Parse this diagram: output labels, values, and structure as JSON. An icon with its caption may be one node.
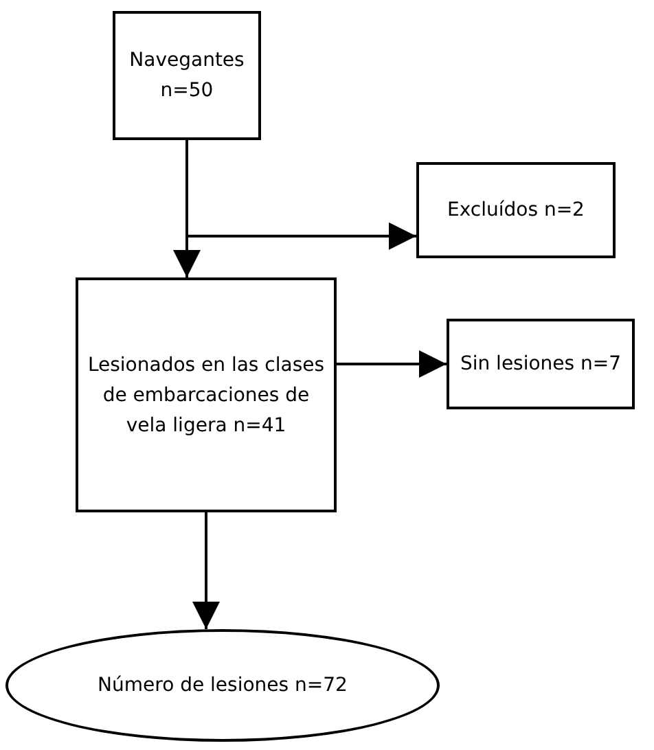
{
  "diagram": {
    "nodes": [
      {
        "text": [
          "Navegantes n=50"
        ]
      },
      {
        "text": [
          "Excluídos n=2"
        ]
      },
      {
        "text": [
          "Lesionados en las clases de embarcaciones de vela ligera n=41"
        ]
      },
      {
        "text": [
          "Sin lesiones n=7"
        ]
      },
      {
        "text": [
          "Número de lesiones n=72"
        ]
      }
    ],
    "edges": [
      {
        "from": 0,
        "to": 2,
        "arrow": "to"
      },
      {
        "from": 0,
        "to": 1,
        "arrow": "to"
      },
      {
        "from": 2,
        "to": 3,
        "arrow": "to"
      },
      {
        "from": 2,
        "to": 4,
        "arrow": "to"
      }
    ]
  }
}
